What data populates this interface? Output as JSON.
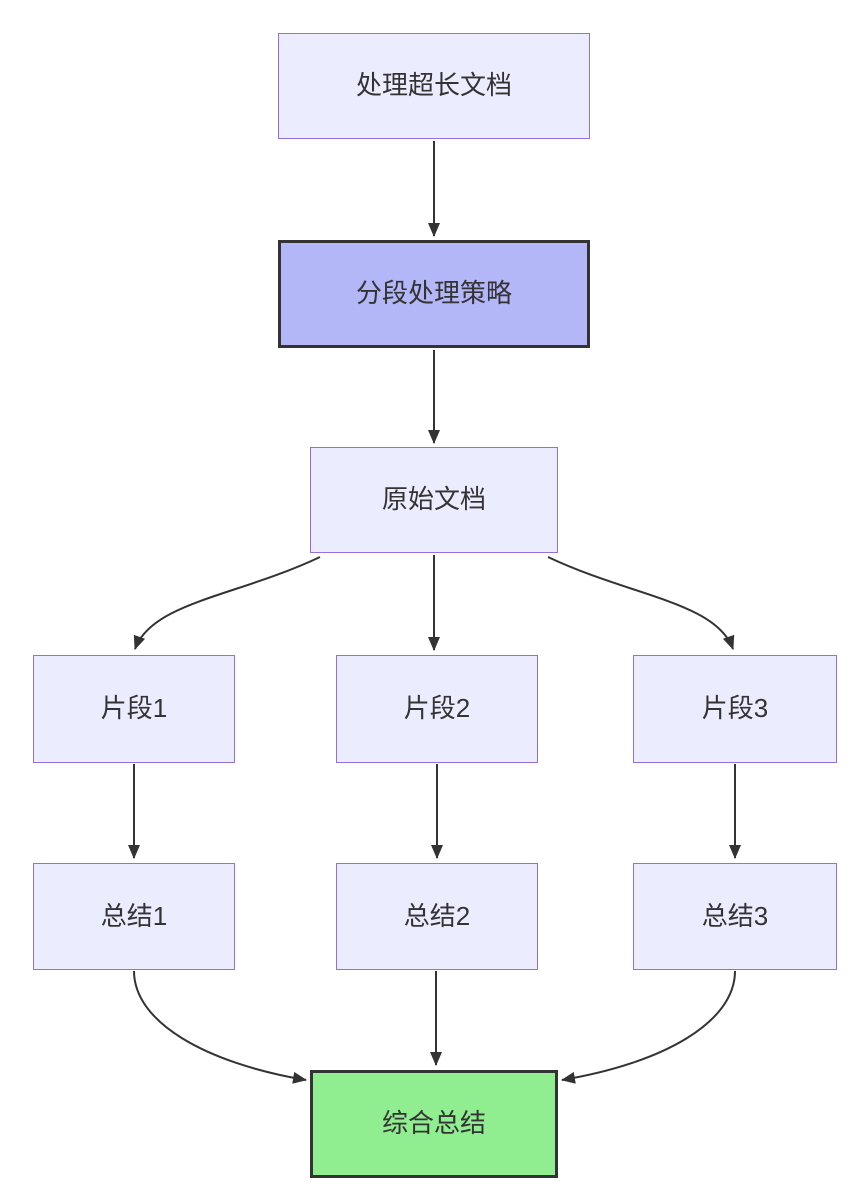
{
  "diagram": {
    "type": "flowchart",
    "direction": "top-down",
    "nodes": [
      {
        "id": "process-long-document",
        "label": "处理超长文档",
        "variant": "default"
      },
      {
        "id": "segmentation-strategy",
        "label": "分段处理策略",
        "variant": "highlight"
      },
      {
        "id": "original-document",
        "label": "原始文档",
        "variant": "default"
      },
      {
        "id": "fragment-1",
        "label": "片段1",
        "variant": "default"
      },
      {
        "id": "fragment-2",
        "label": "片段2",
        "variant": "default"
      },
      {
        "id": "fragment-3",
        "label": "片段3",
        "variant": "default"
      },
      {
        "id": "summary-1",
        "label": "总结1",
        "variant": "default"
      },
      {
        "id": "summary-2",
        "label": "总结2",
        "variant": "default"
      },
      {
        "id": "summary-3",
        "label": "总结3",
        "variant": "default"
      },
      {
        "id": "combined-summary",
        "label": "综合总结",
        "variant": "success"
      }
    ],
    "edges": [
      {
        "from": "处理超长文档",
        "to": "分段处理策略"
      },
      {
        "from": "分段处理策略",
        "to": "原始文档"
      },
      {
        "from": "原始文档",
        "to": "片段1"
      },
      {
        "from": "原始文档",
        "to": "片段2"
      },
      {
        "from": "原始文档",
        "to": "片段3"
      },
      {
        "from": "片段1",
        "to": "总结1"
      },
      {
        "from": "片段2",
        "to": "总结2"
      },
      {
        "from": "片段3",
        "to": "总结3"
      },
      {
        "from": "总结1",
        "to": "综合总结"
      },
      {
        "from": "总结2",
        "to": "综合总结"
      },
      {
        "from": "总结3",
        "to": "综合总结"
      }
    ],
    "colors": {
      "background": "#ffffff",
      "node_fill": "#ECECFF",
      "node_border": "#9370DB",
      "highlight_fill": "#B3B6F7",
      "success_fill": "#90EE90",
      "strong_border": "#333333",
      "edge": "#333333",
      "text": "#333333"
    }
  }
}
